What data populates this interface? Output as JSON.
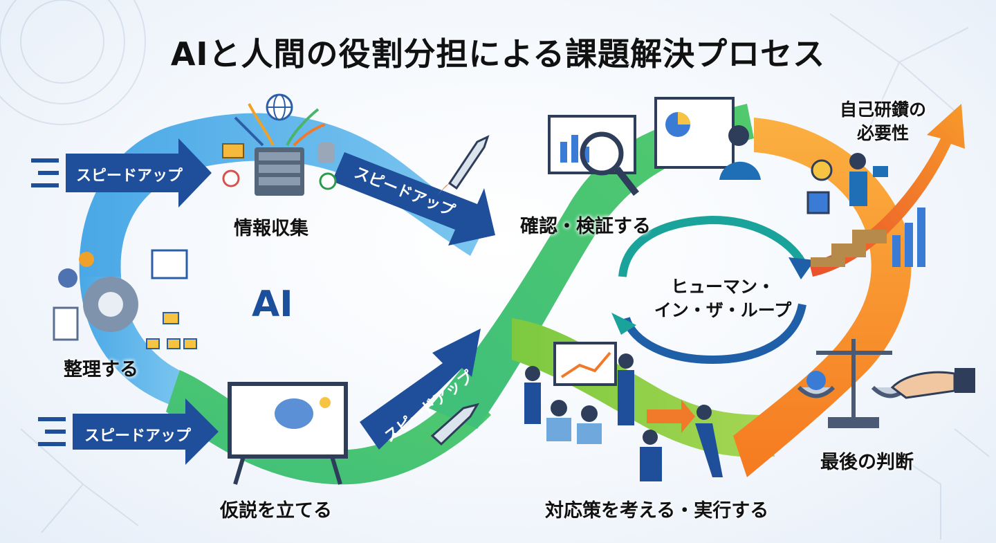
{
  "title": "AIと人間の役割分担による課題解決プロセス",
  "center_label": "AI",
  "loop_label_line1": "ヒューマン・",
  "loop_label_line2": "イン・ザ・ループ",
  "speed_up": "スピードアップ",
  "steps": {
    "collect": "情報収集",
    "organize": "整理する",
    "hypothesis": "仮説を立てる",
    "verify": "確認・検証する",
    "act": "対応策を考える・実行する",
    "judge": "最後の判断",
    "self_dev_line1": "自己研鑽の",
    "self_dev_line2": "必要性"
  },
  "colors": {
    "blue_band": "#5bb4ea",
    "green_band": "#4cc37a",
    "lime_band": "#8fcf4a",
    "orange_band": "#f78a2a",
    "navy_arrow": "#1f4f9a",
    "ai_text": "#1b4e9b"
  }
}
